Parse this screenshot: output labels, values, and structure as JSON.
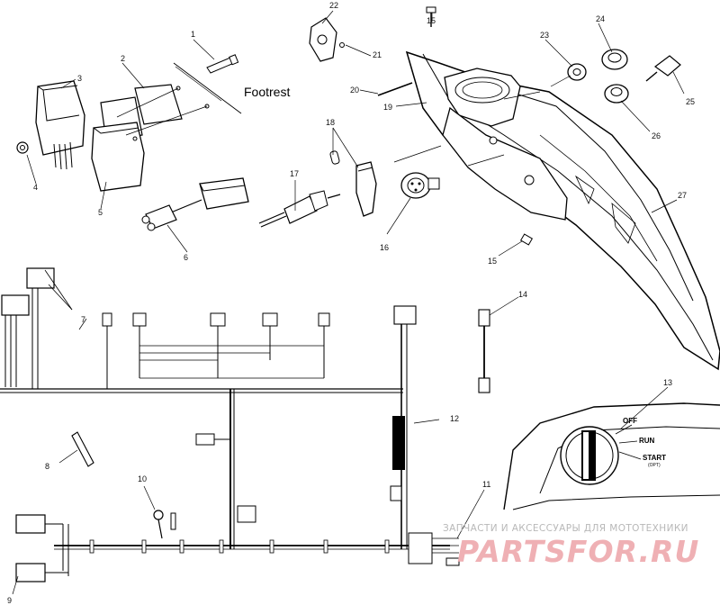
{
  "callouts": {
    "c1": "1",
    "c2": "2",
    "c3": "3",
    "c4": "4",
    "c5": "5",
    "c6": "6",
    "c7": "7",
    "c8": "8",
    "c9": "9",
    "c10": "10",
    "c11": "11",
    "c12": "12",
    "c13": "13",
    "c14": "14",
    "c15a": "15",
    "c15b": "15",
    "c16": "16",
    "c17": "17",
    "c18": "18",
    "c19": "19",
    "c20": "20",
    "c21": "21",
    "c22": "22",
    "c23": "23",
    "c24": "24",
    "c25": "25",
    "c26": "26",
    "c27": "27"
  },
  "footrest_label": "Footrest",
  "switch_panel": {
    "off": "OFF",
    "run": "RUN",
    "start": "START",
    "start_opt": "(OPT)"
  },
  "watermark": {
    "line1": "ЗАПЧАСТИ И АКСЕССУАРЫ ДЛЯ МОТОТЕХНИКИ",
    "line2": "PARTSFOR.RU"
  }
}
